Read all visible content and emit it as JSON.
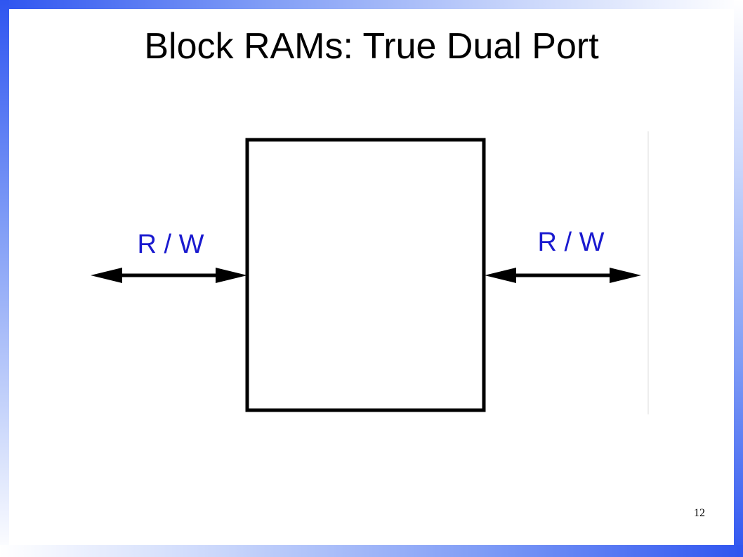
{
  "slide": {
    "title": "Block RAMs: True Dual Port",
    "page_number": "12"
  },
  "diagram": {
    "left_port_label": "R / W",
    "right_port_label": "R / W"
  },
  "colors": {
    "frame_accent": "#2f55f0",
    "label_color": "#1a1acf"
  }
}
